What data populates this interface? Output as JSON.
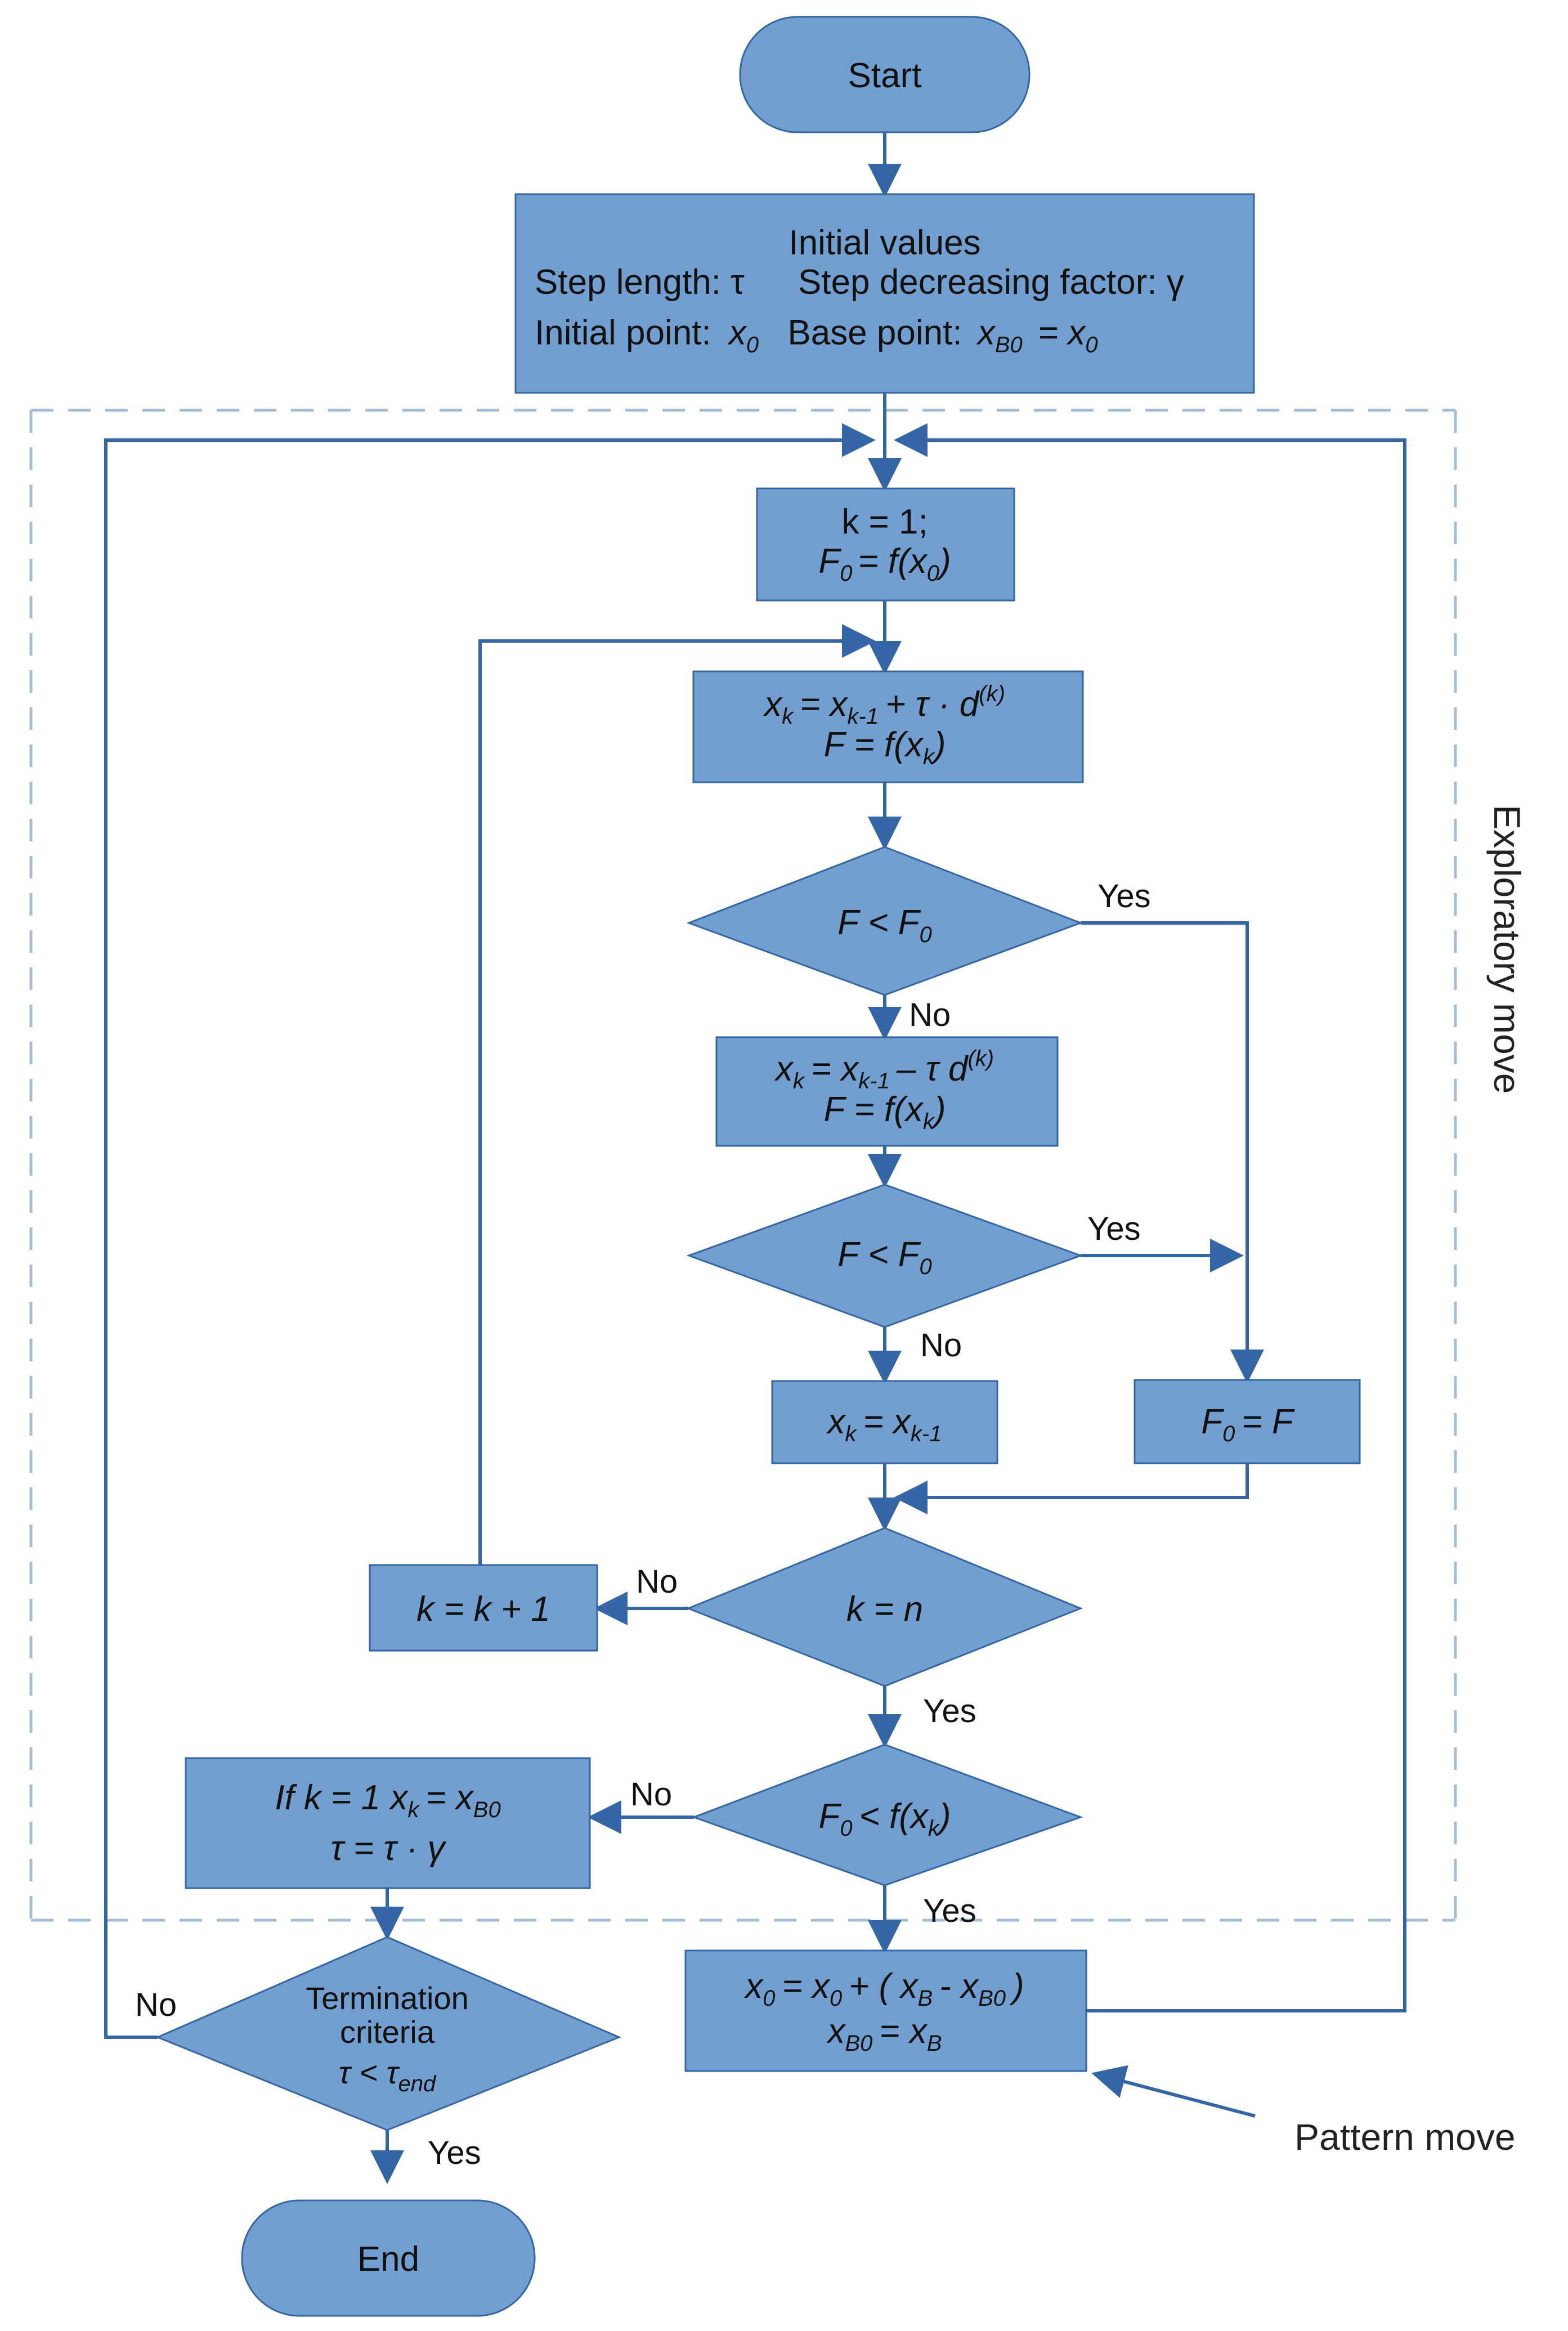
{
  "colors": {
    "node_fill": "#729fcf",
    "node_stroke": "#3465a4",
    "connector": "#3465a4",
    "dash_border": "#a4bdd9",
    "text": "#111111"
  },
  "nodes": {
    "start": "Start",
    "init_title": "Initial values",
    "init_step_length": "Step length: τ",
    "init_step_factor": "Step decreasing factor: γ",
    "init_point": "Initial point:",
    "init_point_var": "x",
    "init_point_sub": "0",
    "init_base": "Base point:",
    "init_base_var": "x",
    "init_base_sub": "B0",
    "init_base_eq": "= x",
    "init_base_eq_sub": "0",
    "k1_line1": "k = 1;",
    "k1_line2_a": "F",
    "k1_line2_sub": "0",
    "k1_line2_b": "= f(x",
    "k1_line2_sub2": "0",
    "k1_line2_c": ")",
    "step_plus_a": "x",
    "step_plus_sub1": "k",
    "step_plus_b": "= x",
    "step_plus_sub2": "k-1",
    "step_plus_c": "+ τ · d",
    "step_plus_sup": "(k)",
    "eval1_a": "F = f(x",
    "eval1_sub": "k",
    "eval1_b": ")",
    "cond1_a": "F < F",
    "cond1_sub": "0",
    "step_minus_a": "x",
    "step_minus_sub1": "k",
    "step_minus_b": "= x",
    "step_minus_sub2": "k-1",
    "step_minus_c": "– τ d",
    "step_minus_sup": "(k)",
    "eval2_a": "F = f(x",
    "eval2_sub": "k",
    "eval2_b": ")",
    "cond2_a": "F < F",
    "cond2_sub": "0",
    "reset_a": "x",
    "reset_sub1": "k",
    "reset_b": "= x",
    "reset_sub2": "k-1",
    "update_a": "F",
    "update_sub": "0",
    "update_b": "= F",
    "cond_k": "k = n",
    "inc_k": "k = k + 1",
    "cond3_a": "F",
    "cond3_sub": "0",
    "cond3_b": "< f(x",
    "cond3_sub2": "k",
    "cond3_c": ")",
    "shrink_line1_a": "If k = 1 x",
    "shrink_line1_sub": "k",
    "shrink_line1_b": "= x",
    "shrink_line1_sub2": "B0",
    "shrink_line2": "τ = τ · γ",
    "term_line1": "Termination",
    "term_line2": "criteria",
    "term_line3_a": "τ < τ",
    "term_line3_sub": "end",
    "pattern_line1_a": "x",
    "pattern_line1_sub1": "0",
    "pattern_line1_b": "= x",
    "pattern_line1_sub2": "0",
    "pattern_line1_c": "+ ( x",
    "pattern_line1_sub3": "B",
    "pattern_line1_d": "- x",
    "pattern_line1_sub4": "B0",
    "pattern_line1_e": ")",
    "pattern_line2_a": "x",
    "pattern_line2_sub1": "B0",
    "pattern_line2_b": "= x",
    "pattern_line2_sub2": "B",
    "end": "End"
  },
  "labels": {
    "yes": "Yes",
    "no": "No",
    "exploratory_move": "Exploratory move",
    "pattern_move": "Pattern move"
  }
}
